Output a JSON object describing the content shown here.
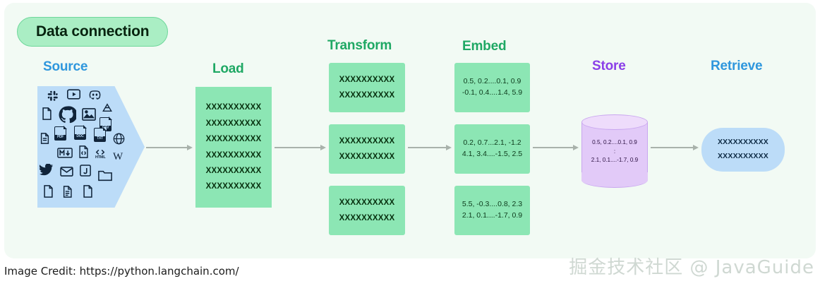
{
  "card": {
    "title_pill": "Data connection"
  },
  "columns": {
    "source": {
      "heading": "Source",
      "color": "#2f97dd"
    },
    "load": {
      "heading": "Load",
      "color": "#1fa864"
    },
    "transform": {
      "heading": "Transform",
      "color": "#1fa864"
    },
    "embed": {
      "heading": "Embed",
      "color": "#1fa864"
    },
    "store": {
      "heading": "Store",
      "color": "#8b3fe8"
    },
    "retrieve": {
      "heading": "Retrieve",
      "color": "#2f97dd"
    }
  },
  "source_icons": [
    {
      "name": "slack-icon",
      "label": "Slack"
    },
    {
      "name": "youtube-icon",
      "label": "YouTube"
    },
    {
      "name": "discord-icon",
      "label": "Discord"
    },
    {
      "name": "file-icon",
      "label": "File"
    },
    {
      "name": "github-icon",
      "label": "GitHub"
    },
    {
      "name": "image-icon",
      "label": "Image"
    },
    {
      "name": "google-drive-icon",
      "label": "Google Drive"
    },
    {
      "name": "csv-file-icon",
      "label": "CSV"
    },
    {
      "name": "text-document-icon",
      "label": "Document"
    },
    {
      "name": "pdf-file-icon",
      "label": "PDF"
    },
    {
      "name": "doc-file-icon",
      "label": "DOC"
    },
    {
      "name": "txt-file-icon",
      "label": "TXT"
    },
    {
      "name": "api-globe-icon",
      "label": "API"
    },
    {
      "name": "markdown-icon",
      "label": "MD"
    },
    {
      "name": "code-file-icon",
      "label": "Code"
    },
    {
      "name": "html-icon",
      "label": "HTML"
    },
    {
      "name": "wikipedia-icon",
      "label": "Wikipedia"
    },
    {
      "name": "twitter-icon",
      "label": "Twitter"
    },
    {
      "name": "email-icon",
      "label": "Email"
    },
    {
      "name": "javascript-icon",
      "label": "JavaScript"
    },
    {
      "name": "folder-icon",
      "label": "Folder"
    },
    {
      "name": "blank-file-icon",
      "label": "File"
    },
    {
      "name": "lines-file-icon",
      "label": "File"
    },
    {
      "name": "plain-file-icon",
      "label": "File"
    }
  ],
  "load_box": {
    "lines": [
      "XXXXXXXXXX",
      "XXXXXXXXXX",
      "XXXXXXXXXX",
      "XXXXXXXXXX",
      "XXXXXXXXXX",
      "XXXXXXXXXX"
    ]
  },
  "transform_boxes": [
    {
      "lines": [
        "XXXXXXXXXX",
        "XXXXXXXXXX"
      ]
    },
    {
      "lines": [
        "XXXXXXXXXX",
        "XXXXXXXXXX"
      ]
    },
    {
      "lines": [
        "XXXXXXXXXX",
        "XXXXXXXXXX"
      ]
    }
  ],
  "embed_boxes": [
    {
      "line1": "0.5, 0.2....0.1, 0.9",
      "line2": "-0.1, 0.4....1.4, 5.9"
    },
    {
      "line1": "0.2, 0.7...2.1, -1.2",
      "line2": "4.1, 3.4....-1.5, 2.5"
    },
    {
      "line1": "5.5, -0.3....0.8, 2.3",
      "line2": "2.1, 0.1....-1.7, 0.9"
    }
  ],
  "store_box": {
    "line1": "0.5, 0.2....0.1, 0.9",
    "line2": ":",
    "line3": "2.1, 0.1....-1.7, 0.9"
  },
  "retrieve_box": {
    "lines": [
      "XXXXXXXXXX",
      "XXXXXXXXXX"
    ]
  },
  "footer": {
    "credit": "Image Credit: https://python.langchain.com/",
    "watermark": "掘金技术社区 @ JavaGuide"
  },
  "colors": {
    "card_bg": "#f2faf4",
    "green_box": "#8ce6b4",
    "blue_box": "#bcdcf8",
    "purple_box": "#e2caf8",
    "arrow": "#a9b2ab"
  }
}
